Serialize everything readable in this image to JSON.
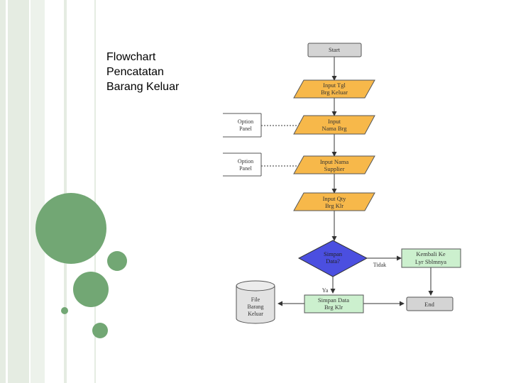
{
  "slide": {
    "title_lines": [
      "Flowchart",
      "Pencatatan",
      "Barang Keluar"
    ]
  },
  "colors": {
    "stripe_green": "#e5ece2",
    "circle_green": "#72a774",
    "terminator_fill": "#d4d4d4",
    "io_fill": "#f7b84a",
    "decision_fill": "#4b4fe0",
    "process_fill": "#ccf0ce",
    "file_fill": "#e2e2e2"
  },
  "flowchart": {
    "start": "Start",
    "input_tgl": [
      "Input Tgl",
      "Brg Keluar"
    ],
    "input_nama_brg": [
      "Input",
      "Nama Brg"
    ],
    "input_nama_supplier": [
      "Input Nama",
      "Supplier"
    ],
    "input_qty": [
      "Input Qty",
      "Brg Klr"
    ],
    "option_panel_1": [
      "Option",
      "Panel"
    ],
    "option_panel_2": [
      "Option",
      "Panel"
    ],
    "decision": [
      "Simpan",
      "Data?"
    ],
    "label_no": "Tidak",
    "label_yes": "Ya",
    "kembali": [
      "Kembali Ke",
      "Lyr Sblmnya"
    ],
    "simpan_data": [
      "Simpan Data",
      "Brg Klr"
    ],
    "file_barang": [
      "File",
      "Barang",
      "Keluar"
    ],
    "end": "End"
  }
}
